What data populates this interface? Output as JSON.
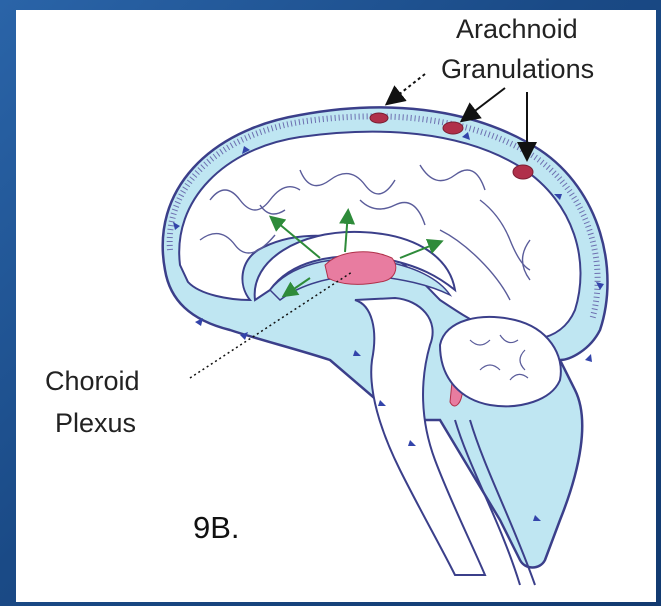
{
  "labels": {
    "arachnoid_line1": "Arachnoid",
    "arachnoid_line2": "Granulations",
    "choroid_line1": "Choroid",
    "choroid_line2": "Plexus",
    "figure_caption": "9B."
  },
  "colors": {
    "background": "#1b4f8c",
    "csf_fill": "#bfe6f2",
    "outline": "#3b3f8a",
    "flow_arrows": "#3344aa",
    "choroid_plexus": "#e87ca0",
    "granulations": "#b0304a",
    "green_arrows": "#2e8b3a"
  },
  "icons": [
    "arrow-icon",
    "dotted-leader-line"
  ]
}
